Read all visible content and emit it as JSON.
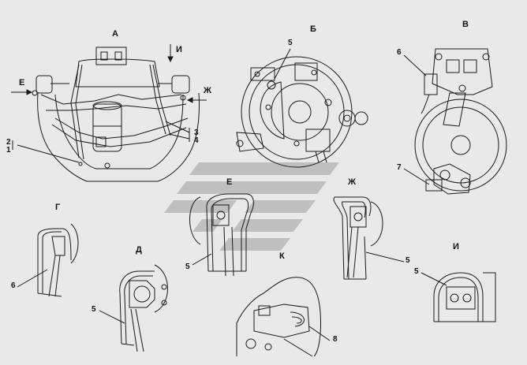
{
  "diagram": {
    "view_labels": {
      "a": "А",
      "b": "Б",
      "v": "В",
      "g": "Г",
      "d": "Д",
      "e": "Е",
      "zh": "Ж",
      "k": "К",
      "i": "И"
    },
    "arrow_labels": {
      "i": "И",
      "e": "Е",
      "zh": "Ж"
    },
    "callouts": {
      "n5_top": "5",
      "n6_top": "6",
      "n7": "7",
      "n2": "2",
      "n1": "1",
      "n3": "3",
      "n4": "4",
      "n6_g": "6",
      "n5_e": "5",
      "n5_zh": "5",
      "n5_d": "5",
      "n5_i": "5",
      "n8": "8"
    },
    "colors": {
      "background": "#e9e9e9",
      "line": "#1a1a1a",
      "watermark": "#b5b5b5"
    }
  }
}
